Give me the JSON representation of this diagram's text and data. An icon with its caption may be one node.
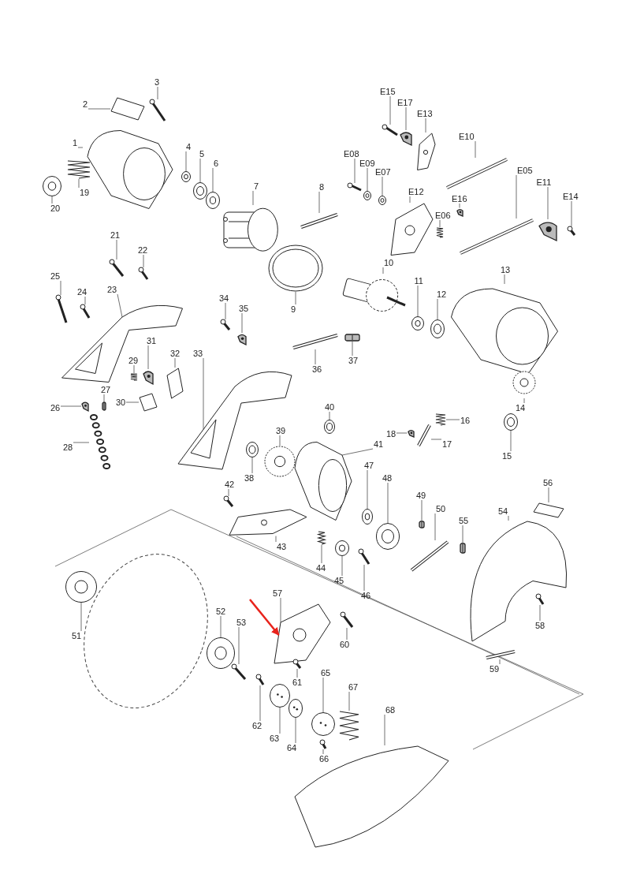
{
  "diagram": {
    "nodes": [
      {
        "text": [
          "1"
        ]
      },
      {
        "text": [],
        "shape": "picture"
      },
      {
        "text": [
          "2"
        ]
      },
      {
        "text": [],
        "shape": "picture"
      },
      {
        "text": [
          "3"
        ]
      },
      {
        "text": [],
        "shape": "picture"
      },
      {
        "text": [
          "4"
        ]
      },
      {
        "text": [],
        "shape": "picture"
      },
      {
        "text": [
          "5"
        ]
      },
      {
        "text": [],
        "shape": "picture"
      },
      {
        "text": [
          "6"
        ]
      },
      {
        "text": [],
        "shape": "picture"
      },
      {
        "text": [
          "7"
        ]
      },
      {
        "text": [],
        "shape": "picture"
      },
      {
        "text": [
          "8"
        ]
      },
      {
        "text": [],
        "shape": "picture"
      },
      {
        "text": [
          "9"
        ]
      },
      {
        "text": [],
        "shape": "picture"
      },
      {
        "text": [
          "10"
        ]
      },
      {
        "text": [],
        "shape": "picture"
      },
      {
        "text": [
          "11"
        ]
      },
      {
        "text": [],
        "shape": "picture"
      },
      {
        "text": [
          "12"
        ]
      },
      {
        "text": [],
        "shape": "picture"
      },
      {
        "text": [
          "13"
        ]
      },
      {
        "text": [],
        "shape": "picture"
      },
      {
        "text": [
          "14"
        ]
      },
      {
        "text": [],
        "shape": "picture"
      },
      {
        "text": [
          "15"
        ]
      },
      {
        "text": [],
        "shape": "picture"
      },
      {
        "text": [
          "16"
        ]
      },
      {
        "text": [],
        "shape": "picture"
      },
      {
        "text": [
          "17"
        ]
      },
      {
        "text": [],
        "shape": "picture"
      },
      {
        "text": [
          "18"
        ]
      },
      {
        "text": [],
        "shape": "picture"
      },
      {
        "text": [
          "19"
        ]
      },
      {
        "text": [],
        "shape": "picture"
      },
      {
        "text": [
          "20"
        ]
      },
      {
        "text": [],
        "shape": "picture"
      },
      {
        "text": [
          "21"
        ]
      },
      {
        "text": [],
        "shape": "picture"
      },
      {
        "text": [
          "22"
        ]
      },
      {
        "text": [],
        "shape": "picture"
      },
      {
        "text": [
          "23"
        ]
      },
      {
        "text": [],
        "shape": "picture"
      },
      {
        "text": [
          "24"
        ]
      },
      {
        "text": [],
        "shape": "picture"
      },
      {
        "text": [
          "25"
        ]
      },
      {
        "text": [],
        "shape": "picture"
      },
      {
        "text": [
          "26"
        ]
      },
      {
        "text": [],
        "shape": "picture"
      },
      {
        "text": [
          "27"
        ]
      },
      {
        "text": [],
        "shape": "picture"
      },
      {
        "text": [
          "28"
        ]
      },
      {
        "text": [],
        "shape": "picture"
      },
      {
        "text": [
          "29"
        ]
      },
      {
        "text": [],
        "shape": "picture"
      },
      {
        "text": [
          "30"
        ]
      },
      {
        "text": [],
        "shape": "picture"
      },
      {
        "text": [
          "31"
        ]
      },
      {
        "text": [],
        "shape": "picture"
      },
      {
        "text": [
          "32"
        ]
      },
      {
        "text": [],
        "shape": "picture"
      },
      {
        "text": [
          "33"
        ]
      },
      {
        "text": [],
        "shape": "picture"
      },
      {
        "text": [
          "34"
        ]
      },
      {
        "text": [],
        "shape": "picture"
      },
      {
        "text": [
          "35"
        ]
      },
      {
        "text": [],
        "shape": "picture"
      },
      {
        "text": [
          "36"
        ]
      },
      {
        "text": [],
        "shape": "picture"
      },
      {
        "text": [
          "37"
        ]
      },
      {
        "text": [],
        "shape": "picture"
      },
      {
        "text": [
          "38"
        ]
      },
      {
        "text": [],
        "shape": "picture"
      },
      {
        "text": [
          "39"
        ]
      },
      {
        "text": [],
        "shape": "picture"
      },
      {
        "text": [
          "40"
        ]
      },
      {
        "text": [],
        "shape": "picture"
      },
      {
        "text": [
          "41"
        ]
      },
      {
        "text": [],
        "shape": "picture"
      },
      {
        "text": [
          "42"
        ]
      },
      {
        "text": [],
        "shape": "picture"
      },
      {
        "text": [
          "43"
        ]
      },
      {
        "text": [],
        "shape": "picture"
      },
      {
        "text": [
          "44"
        ]
      },
      {
        "text": [],
        "shape": "picture"
      },
      {
        "text": [
          "45"
        ]
      },
      {
        "text": [],
        "shape": "picture"
      },
      {
        "text": [
          "46"
        ]
      },
      {
        "text": [],
        "shape": "picture"
      },
      {
        "text": [
          "47"
        ]
      },
      {
        "text": [],
        "shape": "picture"
      },
      {
        "text": [
          "48"
        ]
      },
      {
        "text": [],
        "shape": "picture"
      },
      {
        "text": [
          "49"
        ]
      },
      {
        "text": [],
        "shape": "picture"
      },
      {
        "text": [
          "50"
        ]
      },
      {
        "text": [],
        "shape": "picture"
      },
      {
        "text": [
          "51"
        ]
      },
      {
        "text": [],
        "shape": "picture"
      },
      {
        "text": [
          "52"
        ]
      },
      {
        "text": [],
        "shape": "picture"
      },
      {
        "text": [
          "53"
        ]
      },
      {
        "text": [],
        "shape": "picture"
      },
      {
        "text": [
          "54"
        ]
      },
      {
        "text": [],
        "shape": "picture"
      },
      {
        "text": [
          "55"
        ]
      },
      {
        "text": [],
        "shape": "picture"
      },
      {
        "text": [
          "56"
        ]
      },
      {
        "text": [],
        "shape": "picture"
      },
      {
        "text": [
          "57"
        ]
      },
      {
        "text": [],
        "shape": "picture"
      },
      {
        "text": [
          "58"
        ]
      },
      {
        "text": [],
        "shape": "picture"
      },
      {
        "text": [
          "59"
        ]
      },
      {
        "text": [],
        "shape": "picture"
      },
      {
        "text": [
          "60"
        ]
      },
      {
        "text": [],
        "shape": "picture"
      },
      {
        "text": [
          "61"
        ]
      },
      {
        "text": [],
        "shape": "picture"
      },
      {
        "text": [
          "62"
        ]
      },
      {
        "text": [],
        "shape": "picture"
      },
      {
        "text": [
          "63"
        ]
      },
      {
        "text": [],
        "shape": "picture"
      },
      {
        "text": [
          "64"
        ]
      },
      {
        "text": [],
        "shape": "picture"
      },
      {
        "text": [
          "65"
        ]
      },
      {
        "text": [],
        "shape": "picture"
      },
      {
        "text": [
          "66"
        ]
      },
      {
        "text": [],
        "shape": "picture"
      },
      {
        "text": [
          "67"
        ]
      },
      {
        "text": [],
        "shape": "picture"
      },
      {
        "text": [
          "68"
        ]
      },
      {
        "text": [],
        "shape": "picture"
      },
      {
        "text": [
          "E05"
        ]
      },
      {
        "text": [],
        "shape": "picture"
      },
      {
        "text": [
          "E06"
        ]
      },
      {
        "text": [],
        "shape": "picture"
      },
      {
        "text": [
          "E07"
        ]
      },
      {
        "text": [],
        "shape": "picture"
      },
      {
        "text": [
          "E08"
        ]
      },
      {
        "text": [],
        "shape": "picture"
      },
      {
        "text": [
          "E09"
        ]
      },
      {
        "text": [],
        "shape": "picture"
      },
      {
        "text": [
          "E10"
        ]
      },
      {
        "text": [],
        "shape": "picture"
      },
      {
        "text": [
          "E11"
        ]
      },
      {
        "text": [],
        "shape": "picture"
      },
      {
        "text": [
          "E12"
        ]
      },
      {
        "text": [],
        "shape": "picture"
      },
      {
        "text": [
          "E13"
        ]
      },
      {
        "text": [],
        "shape": "picture"
      },
      {
        "text": [
          "E14"
        ]
      },
      {
        "text": [],
        "shape": "picture"
      },
      {
        "text": [
          "E15"
        ]
      },
      {
        "text": [],
        "shape": "picture"
      },
      {
        "text": [
          "E16"
        ]
      },
      {
        "text": [],
        "shape": "picture"
      },
      {
        "text": [
          "E17"
        ]
      },
      {
        "text": [],
        "shape": "picture"
      }
    ],
    "edges": [
      {
        "from": 0,
        "to": 1,
        "arrow": "none"
      },
      {
        "from": 2,
        "to": 3,
        "arrow": "none"
      },
      {
        "from": 4,
        "to": 5,
        "arrow": "none"
      },
      {
        "from": 6,
        "to": 7,
        "arrow": "none"
      },
      {
        "from": 8,
        "to": 9,
        "arrow": "none"
      },
      {
        "from": 10,
        "to": 11,
        "arrow": "none"
      },
      {
        "from": 12,
        "to": 13,
        "arrow": "none"
      },
      {
        "from": 14,
        "to": 15,
        "arrow": "none"
      },
      {
        "from": 16,
        "to": 17,
        "arrow": "none"
      },
      {
        "from": 18,
        "to": 19,
        "arrow": "none"
      },
      {
        "from": 20,
        "to": 21,
        "arrow": "none"
      },
      {
        "from": 22,
        "to": 23,
        "arrow": "none"
      },
      {
        "from": 24,
        "to": 25,
        "arrow": "none"
      },
      {
        "from": 26,
        "to": 27,
        "arrow": "none"
      },
      {
        "from": 28,
        "to": 29,
        "arrow": "none"
      },
      {
        "from": 30,
        "to": 31,
        "arrow": "none"
      },
      {
        "from": 32,
        "to": 33,
        "arrow": "none"
      },
      {
        "from": 34,
        "to": 35,
        "arrow": "none"
      },
      {
        "from": 36,
        "to": 37,
        "arrow": "none"
      },
      {
        "from": 38,
        "to": 39,
        "arrow": "none"
      },
      {
        "from": 40,
        "to": 41,
        "arrow": "none"
      },
      {
        "from": 42,
        "to": 43,
        "arrow": "none"
      },
      {
        "from": 44,
        "to": 45,
        "arrow": "none"
      },
      {
        "from": 46,
        "to": 47,
        "arrow": "none"
      },
      {
        "from": 48,
        "to": 49,
        "arrow": "none"
      },
      {
        "from": 50,
        "to": 51,
        "arrow": "none"
      },
      {
        "from": 52,
        "to": 53,
        "arrow": "none"
      },
      {
        "from": 54,
        "to": 55,
        "arrow": "none"
      },
      {
        "from": 56,
        "to": 57,
        "arrow": "none"
      },
      {
        "from": 58,
        "to": 59,
        "arrow": "none"
      },
      {
        "from": 60,
        "to": 61,
        "arrow": "none"
      },
      {
        "from": 62,
        "to": 63,
        "arrow": "none"
      },
      {
        "from": 64,
        "to": 65,
        "arrow": "none"
      },
      {
        "from": 66,
        "to": 67,
        "arrow": "none"
      },
      {
        "from": 68,
        "to": 69,
        "arrow": "none"
      },
      {
        "from": 70,
        "to": 71,
        "arrow": "none"
      },
      {
        "from": 72,
        "to": 73,
        "arrow": "none"
      },
      {
        "from": 74,
        "to": 75,
        "arrow": "none"
      },
      {
        "from": 76,
        "to": 77,
        "arrow": "none"
      },
      {
        "from": 78,
        "to": 79,
        "arrow": "none"
      },
      {
        "from": 80,
        "to": 81,
        "arrow": "none"
      },
      {
        "from": 82,
        "to": 83,
        "arrow": "none"
      },
      {
        "from": 84,
        "to": 85,
        "arrow": "none"
      },
      {
        "from": 86,
        "to": 87,
        "arrow": "none"
      },
      {
        "from": 88,
        "to": 89,
        "arrow": "none"
      },
      {
        "from": 90,
        "to": 91,
        "arrow": "none"
      },
      {
        "from": 92,
        "to": 93,
        "arrow": "none"
      },
      {
        "from": 94,
        "to": 95,
        "arrow": "none"
      },
      {
        "from": 96,
        "to": 97,
        "arrow": "none"
      },
      {
        "from": 98,
        "to": 99,
        "arrow": "none"
      },
      {
        "from": 100,
        "to": 101,
        "arrow": "none"
      },
      {
        "from": 102,
        "to": 103,
        "arrow": "none"
      },
      {
        "from": 104,
        "to": 105,
        "arrow": "none"
      },
      {
        "from": 106,
        "to": 107,
        "arrow": "none"
      },
      {
        "from": 108,
        "to": 109,
        "arrow": "none"
      },
      {
        "from": 110,
        "to": 111,
        "arrow": "none"
      },
      {
        "from": 112,
        "to": 113,
        "arrow": "none"
      },
      {
        "from": 114,
        "to": 115,
        "arrow": "none"
      },
      {
        "from": 116,
        "to": 117,
        "arrow": "none"
      },
      {
        "from": 118,
        "to": 119,
        "arrow": "none"
      },
      {
        "from": 120,
        "to": 121,
        "arrow": "none"
      },
      {
        "from": 122,
        "to": 123,
        "arrow": "none"
      },
      {
        "from": 124,
        "to": 125,
        "arrow": "none"
      },
      {
        "from": 126,
        "to": 127,
        "arrow": "none"
      },
      {
        "from": 128,
        "to": 129,
        "arrow": "none"
      },
      {
        "from": 130,
        "to": 131,
        "arrow": "none"
      },
      {
        "from": 132,
        "to": 133,
        "arrow": "none"
      },
      {
        "from": 134,
        "to": 135,
        "arrow": "none"
      },
      {
        "from": 136,
        "to": 137,
        "arrow": "none"
      },
      {
        "from": 138,
        "to": 139,
        "arrow": "none"
      },
      {
        "from": 140,
        "to": 141,
        "arrow": "none"
      },
      {
        "from": 142,
        "to": 143,
        "arrow": "none"
      },
      {
        "from": 144,
        "to": 145,
        "arrow": "none"
      },
      {
        "from": 146,
        "to": 147,
        "arrow": "none"
      },
      {
        "from": 148,
        "to": 149,
        "arrow": "none"
      },
      {
        "from": 150,
        "to": 151,
        "arrow": "none"
      },
      {
        "from": 152,
        "to": 153,
        "arrow": "none"
      },
      {
        "from": 154,
        "to": 155,
        "arrow": "none"
      },
      {
        "from": 156,
        "to": 157,
        "arrow": "none"
      },
      {
        "from": 158,
        "to": 159,
        "arrow": "none"
      },
      {
        "from": 160,
        "to": 161,
        "arrow": "none"
      },
      {
        "from": null,
        "to": 113,
        "arrow": "to",
        "style": "thick",
        "color": "#e8231c"
      }
    ]
  }
}
